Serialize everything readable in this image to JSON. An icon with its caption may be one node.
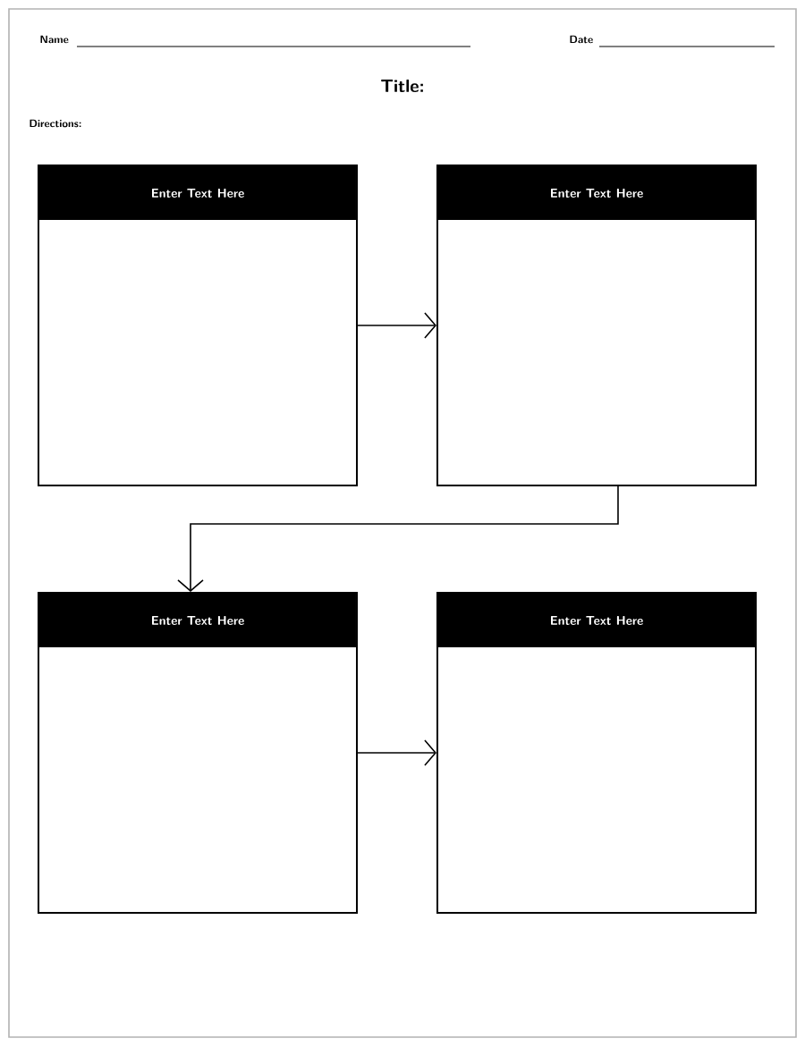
{
  "diagram": {
    "title": "Title:",
    "nodes": [
      {
        "text": [
          "Enter Text Here"
        ]
      },
      {
        "text": [
          "Enter Text Here"
        ]
      },
      {
        "text": [
          "Enter Text Here"
        ]
      },
      {
        "text": [
          "Enter Text Here"
        ]
      }
    ],
    "edges": [
      {
        "from": 0,
        "to": 1,
        "arrow": "to"
      },
      {
        "from": 1,
        "to": 2,
        "arrow": "to"
      },
      {
        "from": 2,
        "to": 3,
        "arrow": "to"
      }
    ],
    "labels": [
      "Name",
      "Date",
      "Directions:"
    ]
  }
}
